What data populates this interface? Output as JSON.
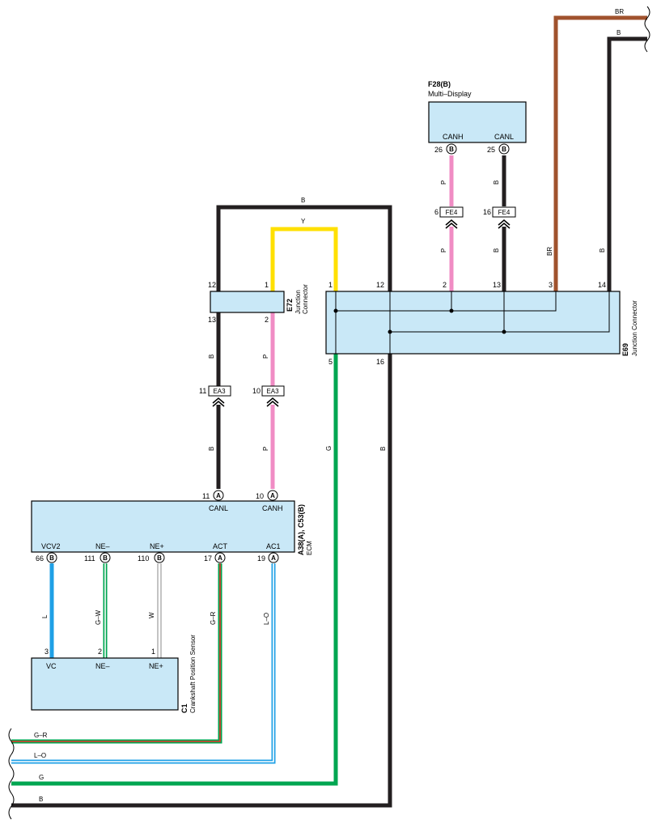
{
  "colors": {
    "brown": "#a0522d",
    "black": "#231f20",
    "pink": "#f08cc4",
    "yellow": "#ffe000",
    "green": "#00a651",
    "blue": "#1fa0e6",
    "box_fill": "#c9e8f7"
  },
  "components": {
    "f28": {
      "id": "F28(B)",
      "name": "Multi–Display",
      "canh": "CANH",
      "canl": "CANL",
      "pin_canh": "26",
      "pin_canl": "25",
      "conn": "B"
    },
    "e72": {
      "id": "E72",
      "name1": "Junction",
      "name2": "Connector",
      "p12": "12",
      "p1": "1",
      "p13": "13",
      "p2": "2"
    },
    "e69": {
      "id": "E69",
      "name": "Junction Connector",
      "p1": "1",
      "p12": "12",
      "p2": "2",
      "p13": "13",
      "p3": "3",
      "p14": "14",
      "p5": "5",
      "p16": "16"
    },
    "ecm": {
      "id": "A38(A), C53(B)",
      "name": "ECM",
      "canl": "CANL",
      "canh": "CANH",
      "pin_canl": "11",
      "pin_canh": "10",
      "conn_a": "A",
      "conn_b": "B",
      "vcv2": "VCV2",
      "ne_minus": "NE–",
      "ne_plus": "NE+",
      "act": "ACT",
      "ac1": "AC1",
      "pin_vcv2": "66",
      "pin_neminus": "111",
      "pin_neplus": "110",
      "pin_act": "17",
      "pin_ac1": "19"
    },
    "c1": {
      "id": "C1",
      "name": "Crankshaft Position Sensor",
      "vc": "VC",
      "ne_minus": "NE–",
      "ne_plus": "NE+",
      "p3": "3",
      "p2": "2",
      "p1": "1"
    }
  },
  "connectors": {
    "fe4_left": {
      "name": "FE4",
      "pin": "6"
    },
    "fe4_right": {
      "name": "FE4",
      "pin": "16"
    },
    "ea3_left": {
      "name": "EA3",
      "pin": "11"
    },
    "ea3_right": {
      "name": "EA3",
      "pin": "10"
    }
  },
  "wires": {
    "br": "BR",
    "b": "B",
    "p": "P",
    "y": "Y",
    "g": "G",
    "l": "L",
    "gw": "G–W",
    "w": "W",
    "gr": "G–R",
    "lo": "L–O"
  }
}
